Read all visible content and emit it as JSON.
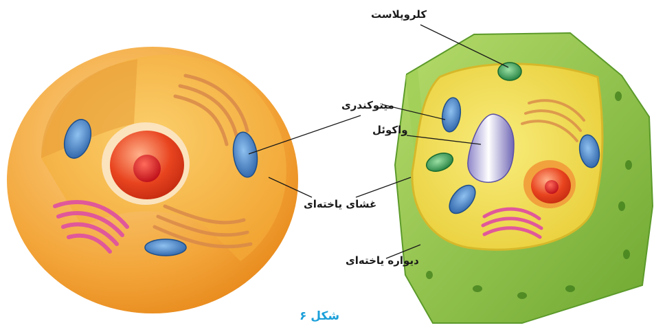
{
  "labels": {
    "chloroplast": "کلروپلاست",
    "mitochondria": "میتوکندری",
    "vacuole": "واکوئل",
    "cell_membrane": "غشای یاخته‌ای",
    "cell_wall": "دیواره یاخته‌ای"
  },
  "caption": "شکل ۶",
  "colors": {
    "caption": "#1a9fd9",
    "cytoplasm": "#f2a634",
    "plant_wall": "#8dc43f",
    "plant_cytoplasm": "#f4e04d",
    "nucleus": "#e8441f",
    "mitochondrion": "#3f7fc6",
    "golgi": "#e0589a",
    "vacuole": "#b9b3e6",
    "chloroplast": "#37a05a"
  }
}
